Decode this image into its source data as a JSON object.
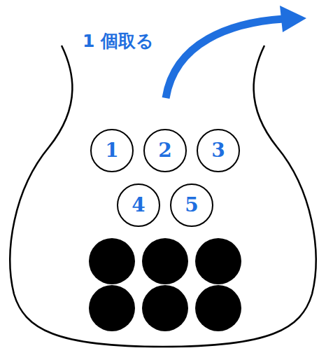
{
  "diagram": {
    "nodes": [
      {
        "text": [
          "1"
        ]
      },
      {
        "text": [
          "2"
        ]
      },
      {
        "text": [
          "3"
        ]
      },
      {
        "text": [
          "4"
        ]
      },
      {
        "text": [
          "5"
        ]
      }
    ],
    "labels": [
      "1 個取る"
    ]
  }
}
